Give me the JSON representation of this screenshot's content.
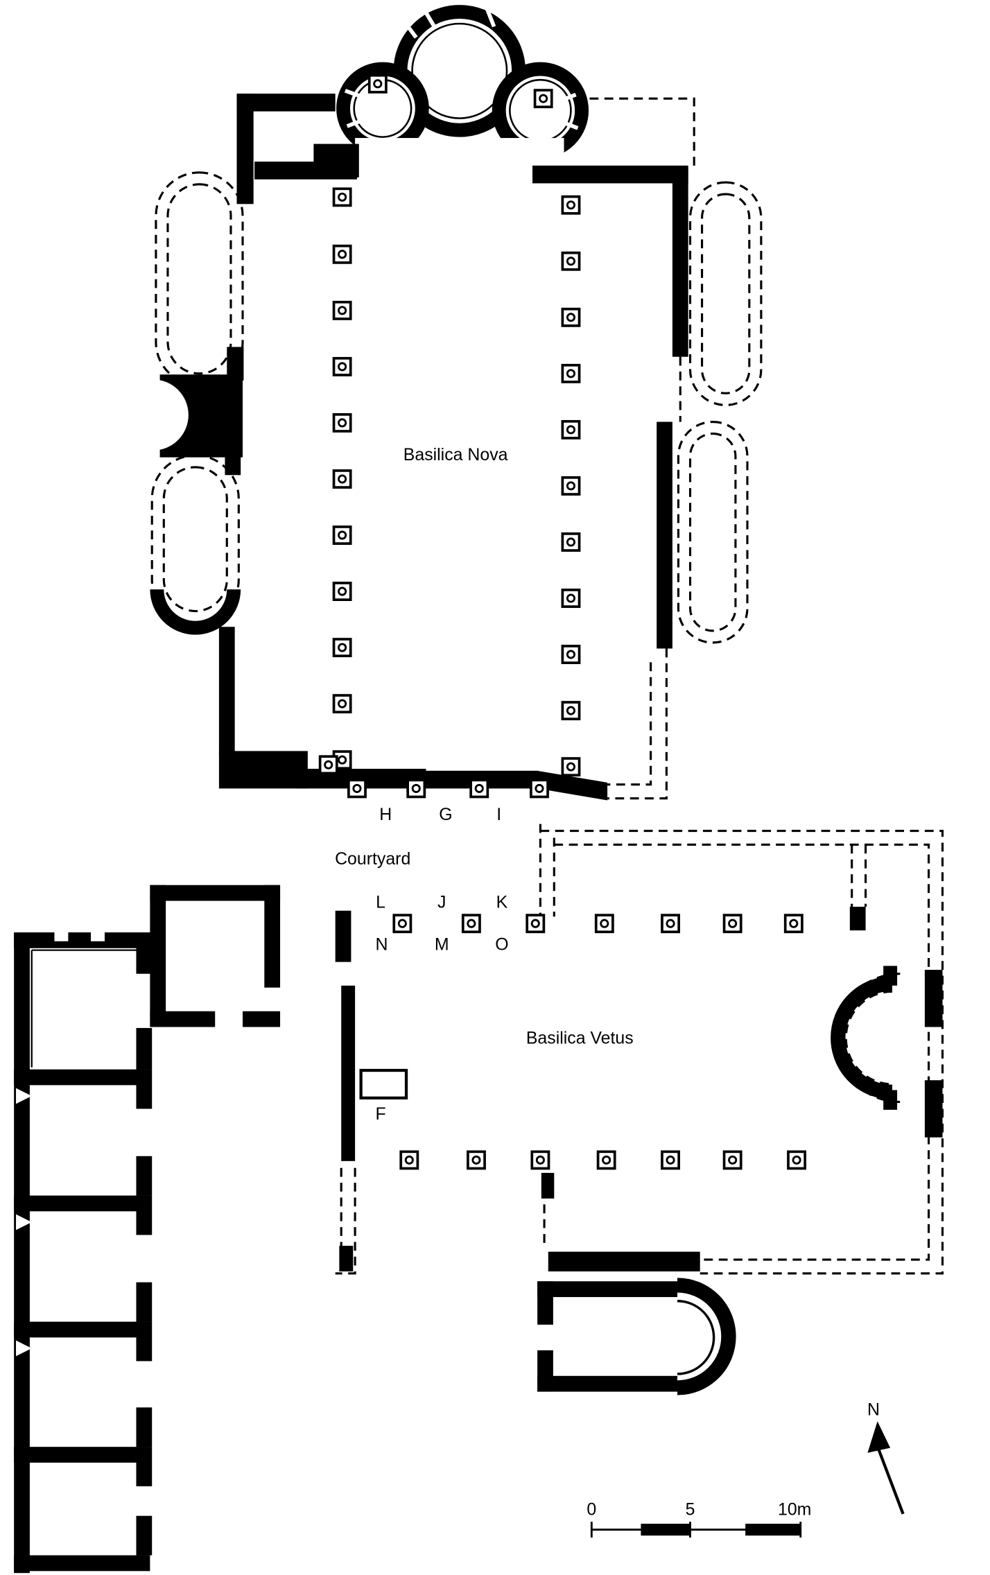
{
  "diagram": {
    "labels": {
      "basilica_nova": "Basilica Nova",
      "basilica_vetus": "Basilica Vetus",
      "courtyard": "Courtyard"
    },
    "markers": {
      "h": "H",
      "g": "G",
      "i": "I",
      "l": "L",
      "j": "J",
      "k": "K",
      "n": "N",
      "m": "M",
      "o": "O",
      "f": "F"
    },
    "compass": {
      "north_label": "N"
    },
    "scale_bar": {
      "tick_0": "0",
      "tick_5": "5",
      "tick_10": "10m"
    },
    "colors": {
      "wall": "#000000",
      "background": "#ffffff"
    }
  }
}
